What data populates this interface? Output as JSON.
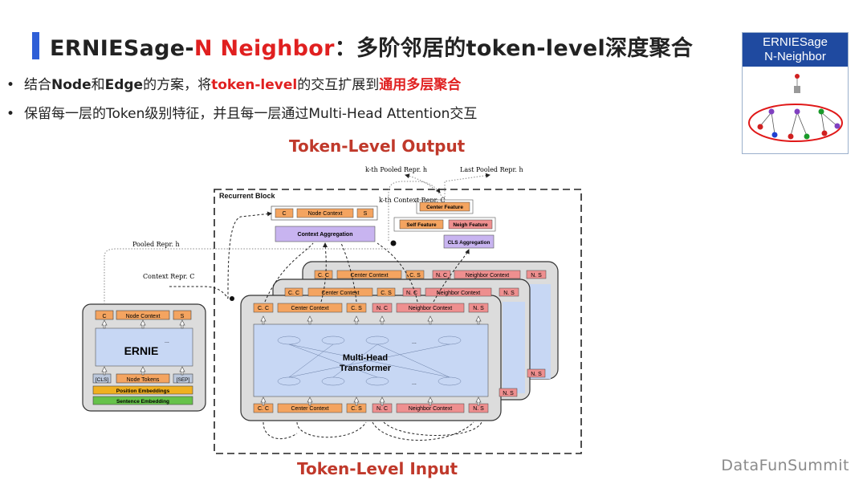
{
  "title": {
    "prefix": "ERNIESage-",
    "highlight": "N Neighbor",
    "suffix": "：多阶邻居的token-level深度聚合"
  },
  "bullets": [
    {
      "p1": "结合",
      "b1": "Node",
      "p2": "和",
      "b2": "Edge",
      "p3": "的方案，将",
      "r1": "token-level",
      "p4": "的交互扩展到",
      "r2": "通用多层聚合"
    },
    {
      "text": "保留每一层的Token级别特征，并且每一层通过Multi-Head Attention交互"
    }
  ],
  "inset": {
    "line1": "ERNIESage",
    "line2": "N-Neighbor"
  },
  "labels": {
    "output": "Token-Level Output",
    "input": "Token-Level Input"
  },
  "footer": "DataFunSummit",
  "diagram": {
    "recurrent_block": "Recurrent Block",
    "kth_context": "k-th Context Repr. C",
    "kth_pooled": "k-th Pooled Repr. h",
    "last_pooled": "Last Pooled Repr. h",
    "pooled_repr": "Pooled Repr. h",
    "context_repr": "Context Repr. C",
    "context_aggregation": "Context Aggregation",
    "center_feature": "Center Feature",
    "self_feature": "Self Feature",
    "neigh_feature": "Neigh Feature",
    "cls_aggregation": "CLS Aggregation",
    "ernie": "ERNIE",
    "transformer_l1": "Multi-Head",
    "transformer_l2": "Transformer",
    "c": "C",
    "s": "S",
    "cc": "C. C",
    "cs": "C. S",
    "nc": "N. C",
    "ns": "N. S",
    "node_context": "Node Context",
    "center_context": "Center Context",
    "neighbor_context": "Neighbor Context",
    "cls": "[CLS]",
    "sep": "[SEP]",
    "node_tokens": "Node Tokens",
    "position_embeddings": "Position Embeddings",
    "sentence_embedding": "Sentence Embedding",
    "dots": "..."
  },
  "colors": {
    "title_accent": "#e02020",
    "title_bar": "#2f5fd7",
    "orange_token": "#f4a460",
    "red_token": "#ee8f8f",
    "purple_agg": "#c8b4f0",
    "transformer_fill": "#c7d7f4",
    "position_emb": "#f0b020",
    "sentence_emb": "#66c24a",
    "inset_header": "#1f4aa0",
    "label_red": "#c0392b"
  }
}
